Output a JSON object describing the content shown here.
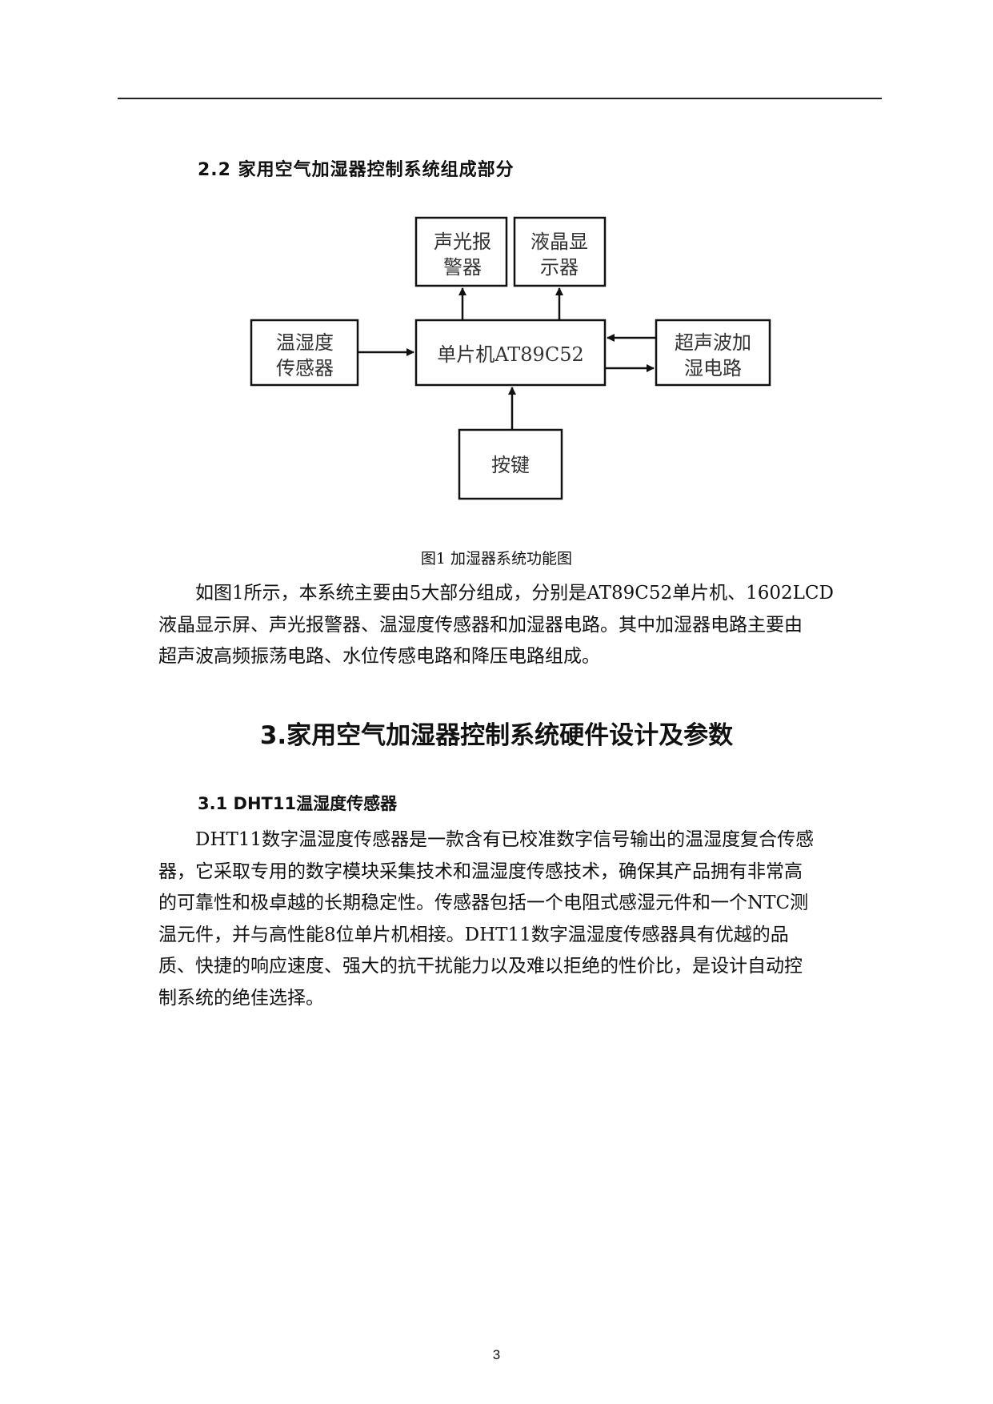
{
  "section_2_2": "2.2 家用空气加湿器控制系统组成部分",
  "diagram": {
    "mcu": "单片机AT89C52",
    "alarm": [
      "声光报",
      "警器"
    ],
    "lcd": [
      "液晶显",
      "示器"
    ],
    "sensor": [
      "温湿度",
      "传感器"
    ],
    "humidifier": [
      "超声波加",
      "湿电路"
    ],
    "keys": "按键"
  },
  "figure_caption": "图1  加湿器系统功能图",
  "para1": [
    "如图1所示，本系统主要由5大部分组成，分别是AT89C52单片机、1602LCD",
    "液晶显示屏、声光报警器、温湿度传感器和加湿器电路。其中加湿器电路主要由",
    "超声波高频振荡电路、水位传感电路和降压电路组成。"
  ],
  "chapter_3": "3.家用空气加湿器控制系统硬件设计及参数",
  "section_3_1": "3.1 DHT11温湿度传感器",
  "para2": [
    "DHT11数字温湿度传感器是一款含有已校准数字信号输出的温湿度复合传感",
    "器，它采取专用的数字模块采集技术和温湿度传感技术，确保其产品拥有非常高",
    "的可靠性和极卓越的长期稳定性。传感器包括一个电阻式感湿元件和一个NTC测",
    "温元件，并与高性能8位单片机相接。DHT11数字温湿度传感器具有优越的品",
    "质、快捷的响应速度、强大的抗干扰能力以及难以拒绝的性价比，是设计自动控",
    "制系统的绝佳选择。"
  ],
  "page_number": "3"
}
